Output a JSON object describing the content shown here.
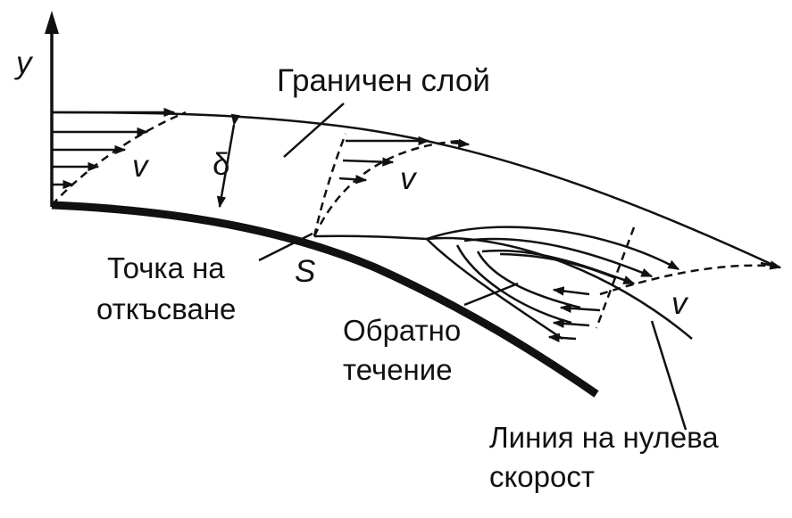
{
  "labels": {
    "axis_y": "y",
    "boundary_layer": "Граничен слой",
    "delta": "δ",
    "v1": "v",
    "v2": "v",
    "v3": "v",
    "separation_point_line1": "Точка на",
    "separation_point_line2": "откъсване",
    "point_s": "S",
    "reverse_flow_line1": "Обратно",
    "reverse_flow_line2": "течение",
    "zero_velocity_line1": "Линия на нулева",
    "zero_velocity_line2": "скорост"
  },
  "colors": {
    "ink": "#111111",
    "background": "#ffffff"
  }
}
